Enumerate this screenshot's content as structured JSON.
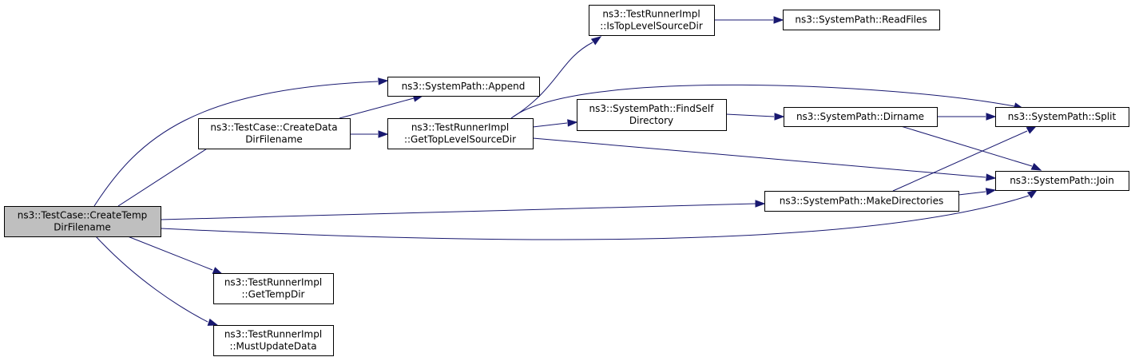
{
  "colors": {
    "node_fill": "#ffffff",
    "node_highlight_fill": "#bfbfbf",
    "edge": "#191970"
  },
  "nodes": [
    {
      "id": "create_temp",
      "lines": [
        "ns3::TestCase::CreateTemp",
        "DirFilename"
      ],
      "highlight": true
    },
    {
      "id": "create_data",
      "lines": [
        "ns3::TestCase::CreateData",
        "DirFilename"
      ]
    },
    {
      "id": "get_temp_dir",
      "lines": [
        "ns3::TestRunnerImpl",
        "::GetTempDir"
      ]
    },
    {
      "id": "must_update",
      "lines": [
        "ns3::TestRunnerImpl",
        "::MustUpdateData"
      ]
    },
    {
      "id": "append",
      "lines": [
        "ns3::SystemPath::Append"
      ]
    },
    {
      "id": "get_top",
      "lines": [
        "ns3::TestRunnerImpl",
        "::GetTopLevelSourceDir"
      ]
    },
    {
      "id": "is_top",
      "lines": [
        "ns3::TestRunnerImpl",
        "::IsTopLevelSourceDir"
      ]
    },
    {
      "id": "read_files",
      "lines": [
        "ns3::SystemPath::ReadFiles"
      ]
    },
    {
      "id": "find_self",
      "lines": [
        "ns3::SystemPath::FindSelf",
        "Directory"
      ]
    },
    {
      "id": "dirname",
      "lines": [
        "ns3::SystemPath::Dirname"
      ]
    },
    {
      "id": "split",
      "lines": [
        "ns3::SystemPath::Split"
      ]
    },
    {
      "id": "join",
      "lines": [
        "ns3::SystemPath::Join"
      ]
    },
    {
      "id": "make_dirs",
      "lines": [
        "ns3::SystemPath::MakeDirectories"
      ]
    }
  ],
  "edges": [
    {
      "from": "create_temp",
      "to": "append"
    },
    {
      "from": "create_temp",
      "to": "create_data"
    },
    {
      "from": "create_temp",
      "to": "make_dirs"
    },
    {
      "from": "create_temp",
      "to": "join"
    },
    {
      "from": "create_temp",
      "to": "get_temp_dir"
    },
    {
      "from": "create_temp",
      "to": "must_update"
    },
    {
      "from": "create_data",
      "to": "append"
    },
    {
      "from": "create_data",
      "to": "get_top"
    },
    {
      "from": "get_top",
      "to": "is_top"
    },
    {
      "from": "get_top",
      "to": "split"
    },
    {
      "from": "get_top",
      "to": "find_self"
    },
    {
      "from": "get_top",
      "to": "join"
    },
    {
      "from": "is_top",
      "to": "read_files"
    },
    {
      "from": "find_self",
      "to": "dirname"
    },
    {
      "from": "dirname",
      "to": "split"
    },
    {
      "from": "dirname",
      "to": "join"
    },
    {
      "from": "make_dirs",
      "to": "split"
    },
    {
      "from": "make_dirs",
      "to": "join"
    }
  ]
}
